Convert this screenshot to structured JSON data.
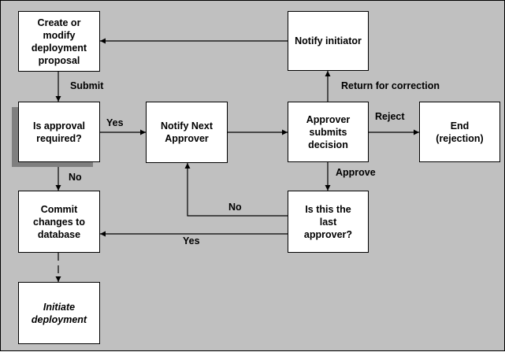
{
  "nodes": {
    "create": {
      "lines": [
        "Create or",
        "modify",
        "deployment",
        "proposal"
      ]
    },
    "approval_required": {
      "lines": [
        "Is approval",
        "required?"
      ]
    },
    "commit": {
      "lines": [
        "Commit",
        "changes to",
        "database"
      ]
    },
    "initiate": {
      "lines": [
        "Initiate",
        "deployment"
      ]
    },
    "notify_next": {
      "lines": [
        "Notify Next",
        "Approver"
      ]
    },
    "notify_initiator": {
      "lines": [
        "Notify initiator"
      ]
    },
    "approver_submits": {
      "lines": [
        "Approver",
        "submits",
        "decision"
      ]
    },
    "end": {
      "lines": [
        "End",
        "(rejection)"
      ]
    },
    "last_approver": {
      "lines": [
        "Is this the",
        "last",
        "approver?"
      ]
    }
  },
  "edges": {
    "submit": "Submit",
    "yes_required": "Yes",
    "no_required": "No",
    "return_for_correction": "Return for correction",
    "reject": "Reject",
    "approve": "Approve",
    "no_last": "No",
    "yes_last": "Yes"
  }
}
